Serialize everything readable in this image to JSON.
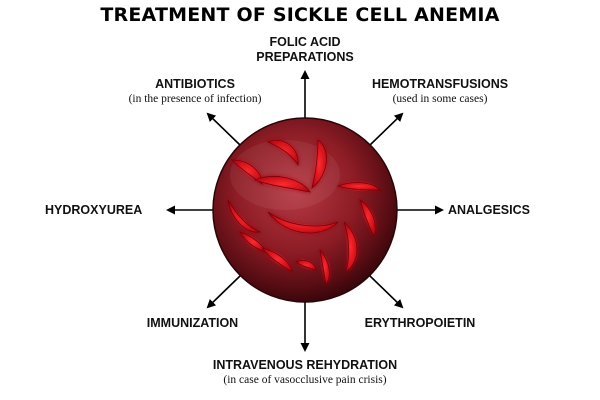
{
  "title": "TREATMENT OF SICKLE CELL ANEMIA",
  "treatments": {
    "folic_acid": {
      "line1": "FOLIC ACID",
      "line2": "PREPARATIONS"
    },
    "antibiotics": {
      "label": "ANTIBIOTICS",
      "note": "(in the presence of infection)"
    },
    "hemotransfusions": {
      "label": "HEMOTRANSFUSIONS",
      "note": "(used in some cases)"
    },
    "hydroxyurea": {
      "label": "HYDROXYUREA"
    },
    "analgesics": {
      "label": "ANALGESICS"
    },
    "immunization": {
      "label": "IMMUNIZATION"
    },
    "erythropoietin": {
      "label": "ERYTHROPOIETIN"
    },
    "rehydration": {
      "label": "INTRAVENOUS REHYDRATION",
      "note": "(in case of vasocclusive pain crisis)"
    }
  },
  "colors": {
    "sphere_outer": "#4a0a0e",
    "sphere_mid": "#8c1c25",
    "cell_red": "#e0101c",
    "arrow": "#000000"
  }
}
